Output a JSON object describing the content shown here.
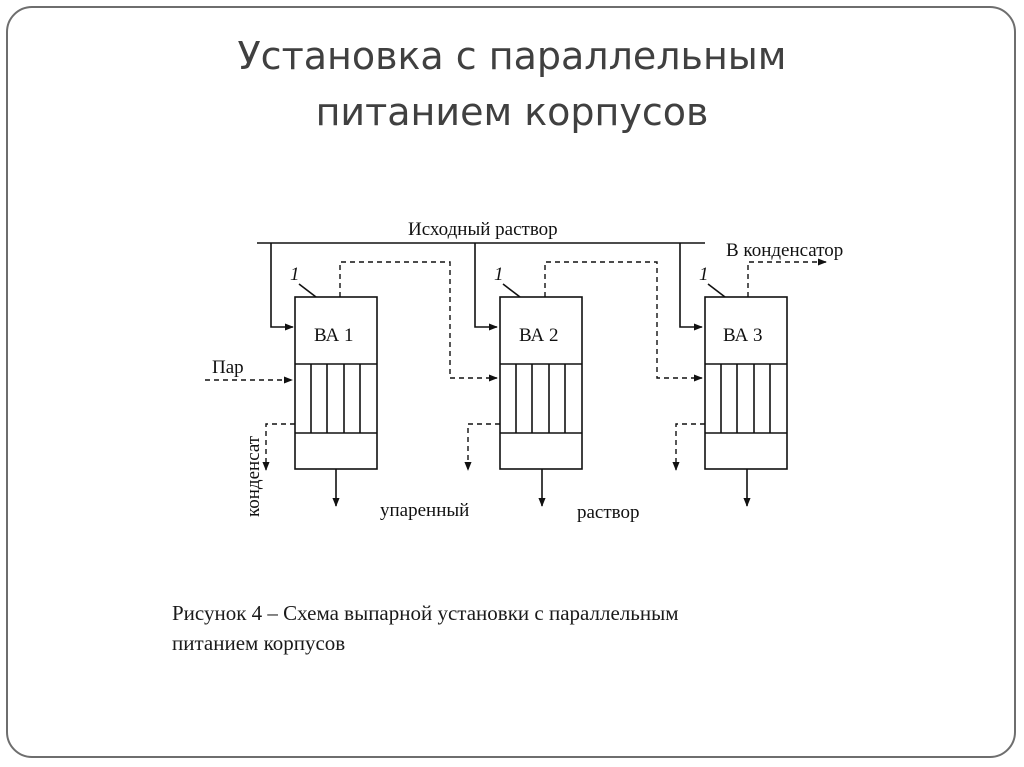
{
  "slide": {
    "title_line1": "Установка с параллельным",
    "title_line2": "питанием корпусов"
  },
  "diagram": {
    "feed_label": "Исходный раствор",
    "condenser_label": "В конденсатор",
    "steam_label": "Пар",
    "condensate_label": "конденсат",
    "product_label_left": "упаренный",
    "product_label_right": "раствор",
    "callout": "1",
    "units": [
      {
        "label": "ВА 1"
      },
      {
        "label": "ВА 2"
      },
      {
        "label": "ВА 3"
      }
    ]
  },
  "caption": {
    "line1": "Рисунок 4 – Схема выпарной установки с параллельным",
    "line2": "питанием корпусов"
  }
}
